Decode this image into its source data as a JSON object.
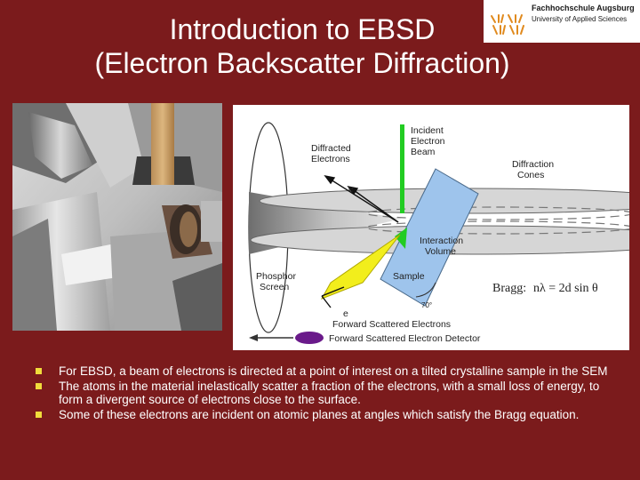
{
  "title": {
    "line1": "Introduction to EBSD",
    "line2": "(Electron Backscatter Diffraction)"
  },
  "logo": {
    "name": "Fachhochschule Augsburg",
    "subtitle": "University of Applied Sciences"
  },
  "diagram": {
    "incident_beam_label": [
      "Incident",
      "Electron",
      "Beam"
    ],
    "diffracted_label": [
      "Diffracted",
      "Electrons"
    ],
    "cones_label": [
      "Diffraction",
      "Cones"
    ],
    "electron_symbol": "e",
    "interaction_label": [
      "Interaction",
      "Volume"
    ],
    "phosphor_label": [
      "Phosphor",
      "Screen"
    ],
    "sample_label": "Sample",
    "bragg_label": "Bragg:",
    "bragg_equation": "nλ = 2d sin θ",
    "angle_label": "70°",
    "forward_scattered_label": "Forward Scattered Electrons",
    "detector_label": "Forward Scattered Electron Detector"
  },
  "bullets": [
    "For EBSD, a beam of electrons is directed at a point of interest on a tilted crystalline sample in the SEM",
    "The atoms in the material inelastically scatter a fraction of the electrons, with a small loss of energy, to form a divergent source of electrons close to the surface.",
    "Some of these electrons are incident on atomic planes at angles which satisfy the Bragg equation."
  ],
  "colors": {
    "background": "#7b1b1c",
    "bullet": "#f0dc3c",
    "beam": "#22cc22",
    "sample": "#9ec4ec",
    "detector": "#6a1a8a",
    "forward_cone": "#f2ee1c"
  }
}
